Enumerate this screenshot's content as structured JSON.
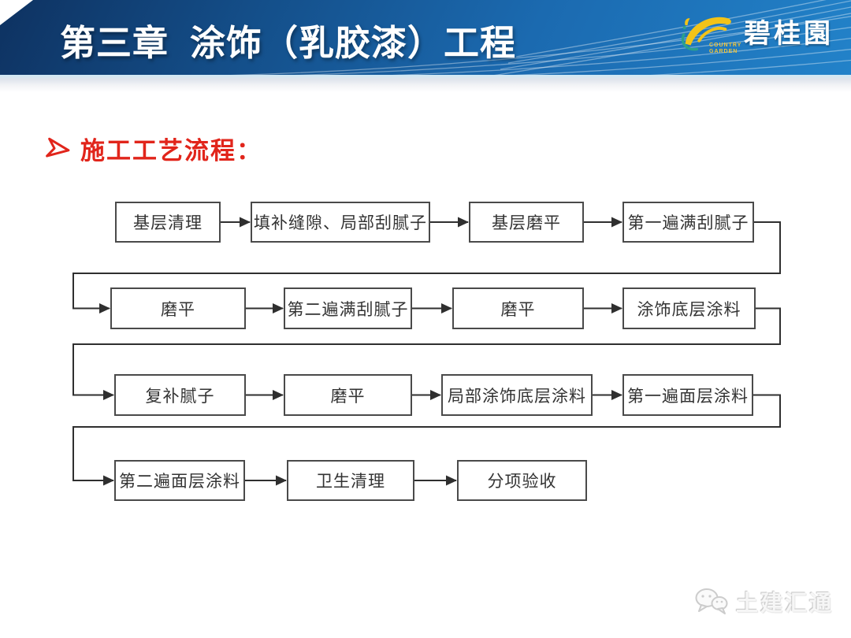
{
  "header": {
    "title": "第三章  涂饰（乳胶漆）工程",
    "logo": {
      "brand_cn": "碧桂園",
      "brand_en_line1": "COUNTRY",
      "brand_en_line2": "GARDEN"
    }
  },
  "section": {
    "heading": "施工工艺流程："
  },
  "flowchart": {
    "rows": [
      [
        "基层清理",
        "填补缝隙、局部刮腻子",
        "基层磨平",
        "第一遍满刮腻子"
      ],
      [
        "磨平",
        "第二遍满刮腻子",
        "磨平",
        "涂饰底层涂料"
      ],
      [
        "复补腻子",
        "磨平",
        "局部涂饰底层涂料",
        "第一遍面层涂料"
      ],
      [
        "第二遍面层涂料",
        "卫生清理",
        "分项验收"
      ]
    ]
  },
  "watermark": {
    "text": "土建汇通"
  },
  "colors": {
    "header_blue_dark": "#0e3261",
    "header_blue_light": "#2282c9",
    "accent_red": "#e1251b",
    "box_border": "#4a4a4a",
    "connector": "#2f2f2f",
    "logo_yellow": "#f2c318",
    "logo_teal": "#2ba08c",
    "watermark_gray": "#cccccc"
  }
}
